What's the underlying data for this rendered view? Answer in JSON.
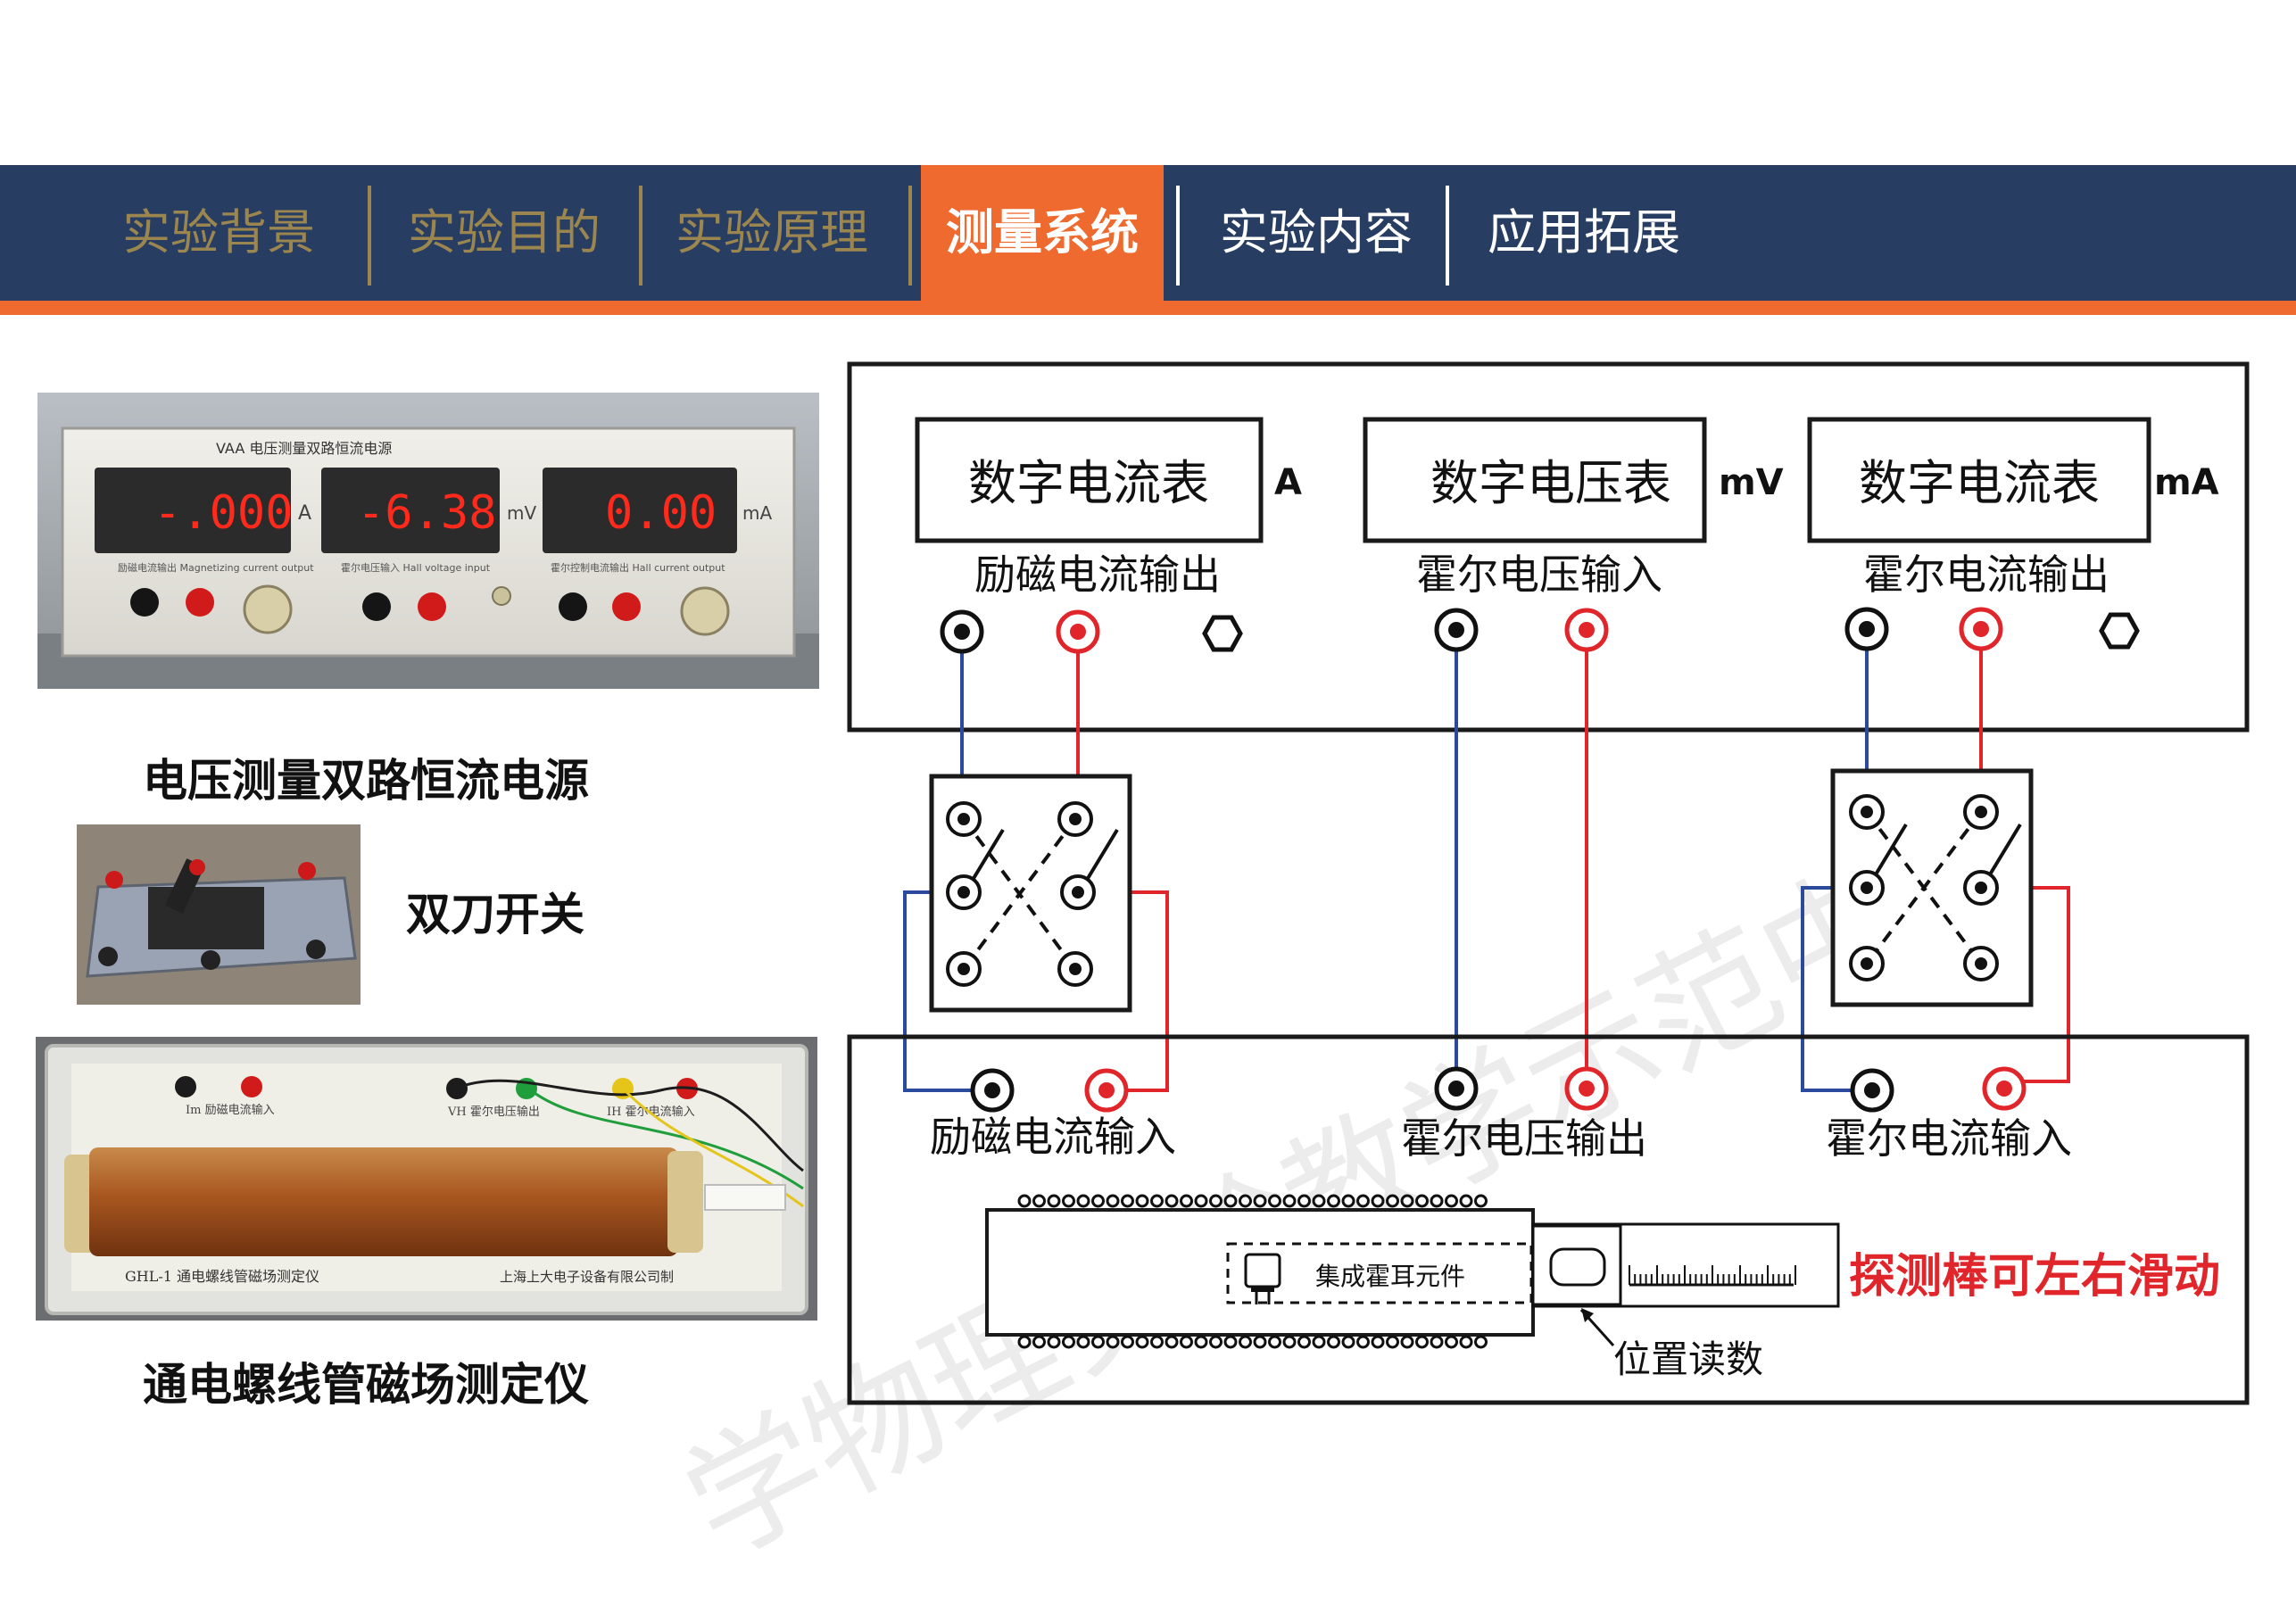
{
  "nav": {
    "tabs": [
      {
        "label": "实验背景",
        "state": "dim"
      },
      {
        "label": "实验目的",
        "state": "dim"
      },
      {
        "label": "实验原理",
        "state": "dim"
      },
      {
        "label": "测量系统",
        "state": "active"
      },
      {
        "label": "实验内容",
        "state": "normal"
      },
      {
        "label": "应用拓展",
        "state": "normal"
      }
    ],
    "colors": {
      "bar": "#283d62",
      "accent": "#ee6a2f",
      "dim_text": "#9c8650"
    }
  },
  "photos": {
    "power_supply": {
      "caption": "电压测量双路恒流电源",
      "title_text": "VAA 电压测量双路恒流电源",
      "displays": [
        {
          "value": "-.000",
          "unit": "A"
        },
        {
          "value": "-6.38",
          "unit": "mV"
        },
        {
          "value": "0.00",
          "unit": "mA"
        }
      ],
      "channel_labels": [
        "励磁电流输出 Magnetizing current output",
        "霍尔电压输入 Hall voltage input",
        "霍尔控制电流输出 Hall current output"
      ]
    },
    "switch": {
      "caption": "双刀开关"
    },
    "solenoid": {
      "caption": "通电螺线管磁场测定仪",
      "labels": [
        "Im 励磁电流输入",
        "VH 霍尔电压输出",
        "IH 霍尔电流输入"
      ],
      "model_text": "GHL-1  通电螺线管磁场测定仪",
      "maker_text": "上海上大电子设备有限公司制"
    }
  },
  "diagram": {
    "meters": [
      {
        "name": "数字电流表",
        "unit": "A",
        "port_label": "励磁电流输出"
      },
      {
        "name": "数字电压表",
        "unit": "mV",
        "port_label": "霍尔电压输入"
      },
      {
        "name": "数字电流表",
        "unit": "mA",
        "port_label": "霍尔电流输出"
      }
    ],
    "bottom_ports": [
      "励磁电流输入",
      "霍尔电压输出",
      "霍尔电流输入"
    ],
    "hall_element_label": "集成霍耳元件",
    "position_label": "位置读数",
    "slide_note": "探测棒可左右滑动",
    "watermark": "学物理实验教学示范中心",
    "colors": {
      "red_wire": "#e0262b",
      "blue_wire": "#2b4a9e",
      "note": "#e0262b"
    }
  }
}
